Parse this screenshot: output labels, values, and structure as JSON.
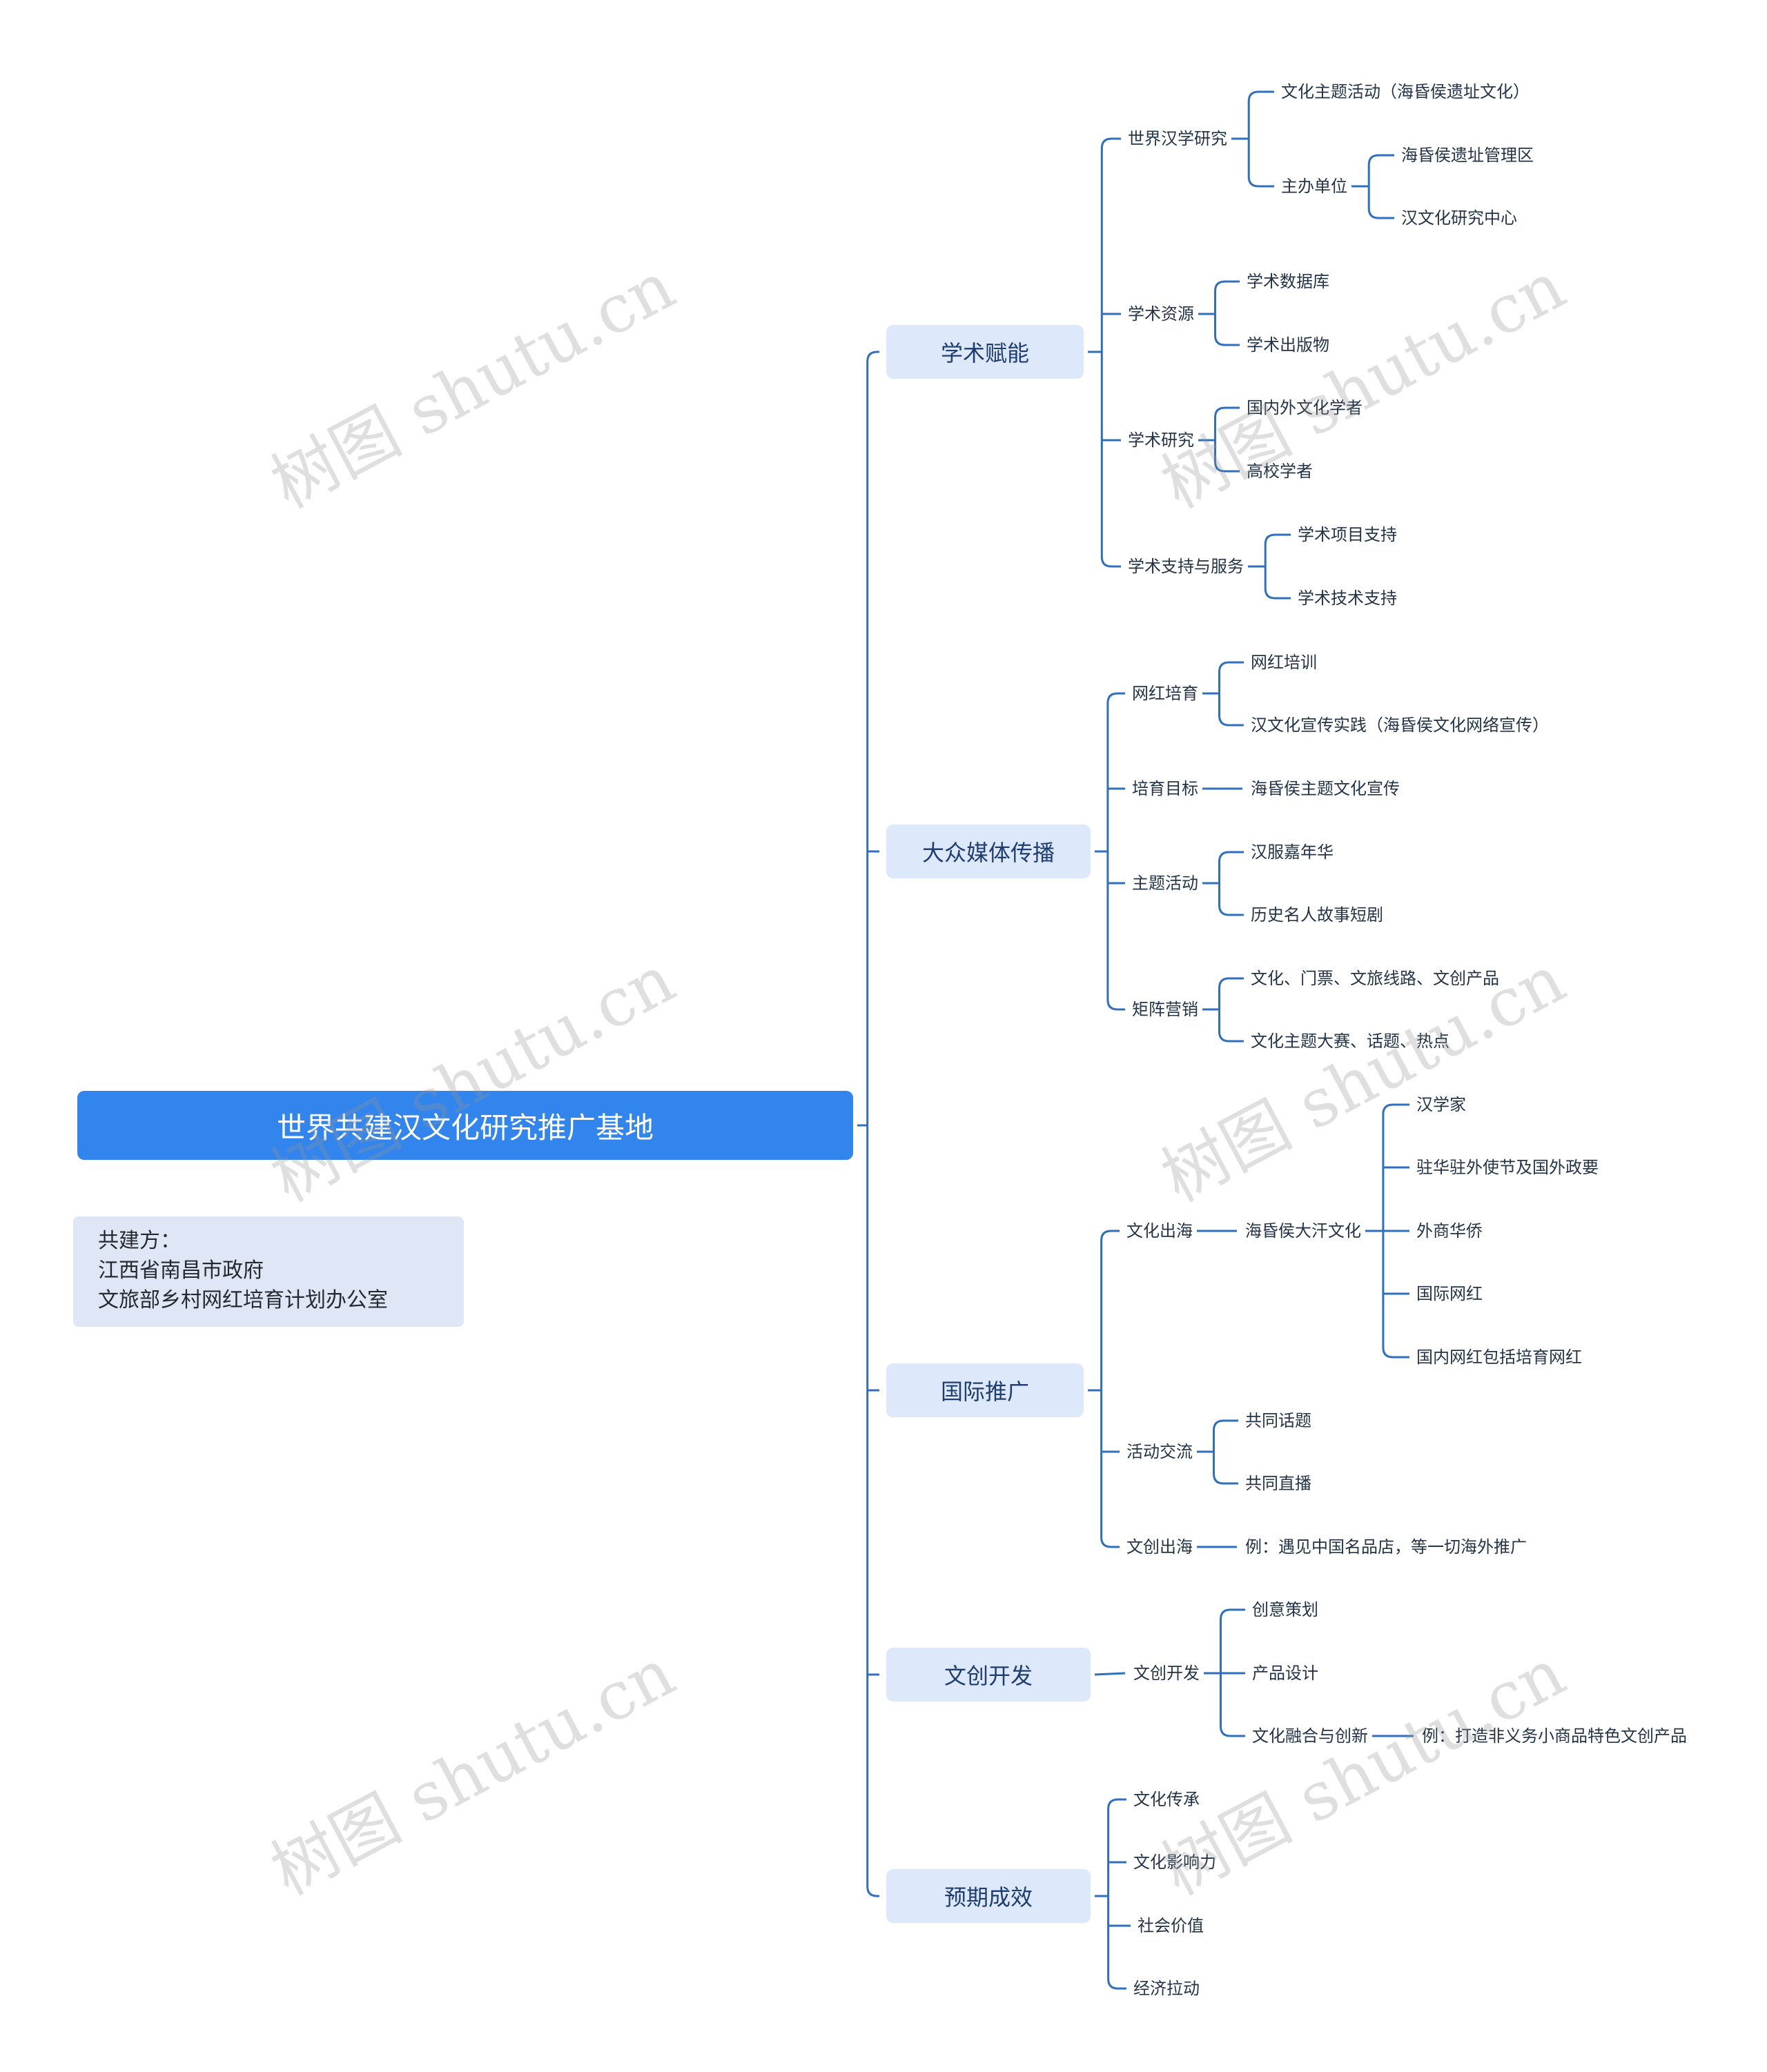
{
  "root": {
    "label": "世界共建汉文化研究推广基地"
  },
  "note": {
    "lines": [
      "共建方：",
      "江西省南昌市政府",
      "文旅部乡村网红培育计划办公室"
    ]
  },
  "watermark": {
    "text": "树图 shutu.cn"
  },
  "colors": {
    "root": "#3185ec",
    "branch_bg": "#dde8fb",
    "line": "#2f6fbf",
    "text": "#233448"
  },
  "branches": [
    {
      "label": "学术赋能",
      "children": [
        {
          "label": "世界汉学研究",
          "children": [
            {
              "label": "文化主题活动（海昏侯遗址文化）"
            },
            {
              "label": "主办单位",
              "children": [
                {
                  "label": "海昏侯遗址管理区"
                },
                {
                  "label": "汉文化研究中心"
                }
              ]
            }
          ]
        },
        {
          "label": "学术资源",
          "children": [
            {
              "label": "学术数据库"
            },
            {
              "label": "学术出版物"
            }
          ]
        },
        {
          "label": "学术研究",
          "children": [
            {
              "label": "国内外文化学者"
            },
            {
              "label": "高校学者"
            }
          ]
        },
        {
          "label": "学术支持与服务",
          "children": [
            {
              "label": "学术项目支持"
            },
            {
              "label": "学术技术支持"
            }
          ]
        }
      ]
    },
    {
      "label": "大众媒体传播",
      "children": [
        {
          "label": "网红培育",
          "children": [
            {
              "label": "网红培训"
            },
            {
              "label": "汉文化宣传实践（海昏侯文化网络宣传）"
            }
          ]
        },
        {
          "label": "培育目标",
          "children": [
            {
              "label": "海昏侯主题文化宣传"
            }
          ]
        },
        {
          "label": "主题活动",
          "children": [
            {
              "label": "汉服嘉年华"
            },
            {
              "label": "历史名人故事短剧"
            }
          ]
        },
        {
          "label": "矩阵营销",
          "children": [
            {
              "label": "文化、门票、文旅线路、文创产品"
            },
            {
              "label": "文化主题大赛、话题、热点"
            }
          ]
        }
      ]
    },
    {
      "label": "国际推广",
      "children": [
        {
          "label": "文化出海",
          "children": [
            {
              "label": "海昏侯大汗文化",
              "children": [
                {
                  "label": "汉学家"
                },
                {
                  "label": "驻华驻外使节及国外政要"
                },
                {
                  "label": "外商华侨"
                },
                {
                  "label": "国际网红"
                },
                {
                  "label": "国内网红包括培育网红"
                }
              ]
            }
          ]
        },
        {
          "label": "活动交流",
          "children": [
            {
              "label": "共同话题"
            },
            {
              "label": "共同直播"
            }
          ]
        },
        {
          "label": "文创出海",
          "children": [
            {
              "label": "例：遇见中国名品店，等一切海外推广"
            }
          ]
        }
      ]
    },
    {
      "label": "文创开发",
      "children": [
        {
          "label": "文创开发",
          "children": [
            {
              "label": "创意策划"
            },
            {
              "label": "产品设计"
            },
            {
              "label": "文化融合与创新",
              "children": [
                {
                  "label": "例：打造非义务小商品特色文创产品"
                }
              ]
            }
          ]
        }
      ]
    },
    {
      "label": "预期成效",
      "children": [
        {
          "label": "文化传承"
        },
        {
          "label": "文化影响力"
        },
        {
          "label": "社会价值"
        },
        {
          "label": "经济拉动"
        }
      ]
    }
  ]
}
